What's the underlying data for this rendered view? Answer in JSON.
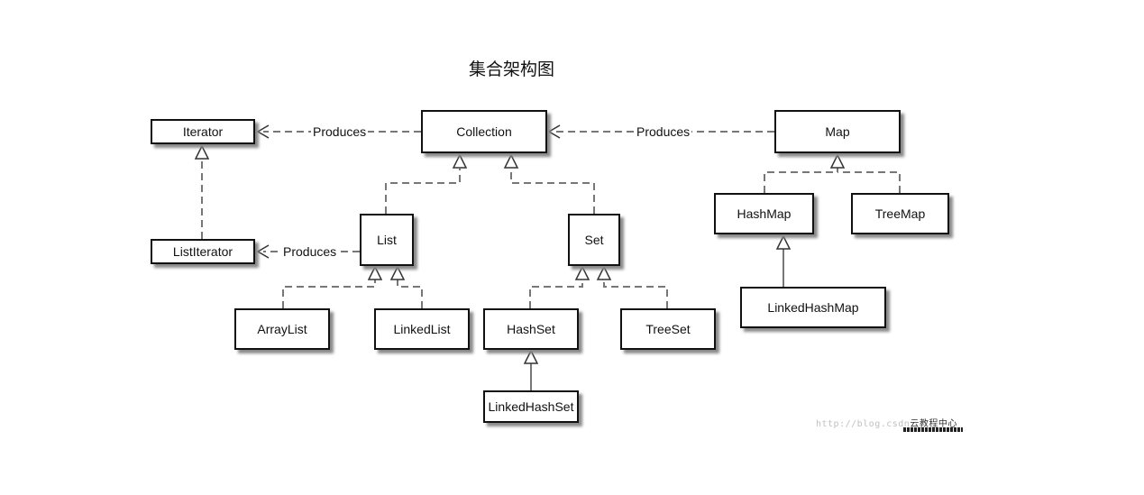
{
  "title": "集合架构图",
  "nodes": {
    "iterator": "Iterator",
    "list_iterator": "ListIterator",
    "collection": "Collection",
    "map": "Map",
    "list": "List",
    "set": "Set",
    "array_list": "ArrayList",
    "linked_list": "LinkedList",
    "hash_set": "HashSet",
    "tree_set": "TreeSet",
    "linked_hash_set": "LinkedHashSet",
    "hash_map": "HashMap",
    "tree_map": "TreeMap",
    "linked_hash_map": "LinkedHashMap"
  },
  "edge_labels": {
    "collection_produces_iterator": "Produces",
    "map_produces_collection": "Produces",
    "list_produces_list_iterator": "Produces"
  },
  "watermark": {
    "url": "http://blog.csdn",
    "brand": "云教程中心"
  }
}
